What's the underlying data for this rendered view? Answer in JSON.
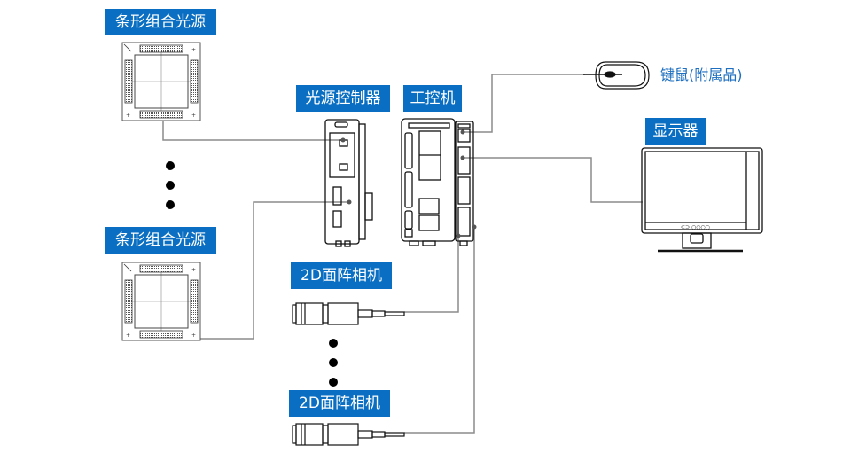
{
  "diagram": {
    "title": "",
    "labels": {
      "light_source_top": "条形组合光源",
      "light_source_bottom": "条形组合光源",
      "light_controller": "光源控制器",
      "industrial_pc": "工控机",
      "monitor": "显示器",
      "keyboard_mouse": "键鼠(附属品)",
      "camera_top": "2D面阵相机",
      "camera_bottom": "2D面阵相机"
    },
    "colors": {
      "label_bg": "#0a6fc2",
      "label_text": "#ffffff",
      "accessory_text": "#1e6fc0",
      "connection_line": "#8c8c8c",
      "device_outline": "#111111"
    },
    "nodes": [
      {
        "id": "light_source_1",
        "label": "条形组合光源",
        "type": "bar-light"
      },
      {
        "id": "light_source_n",
        "label": "条形组合光源",
        "type": "bar-light"
      },
      {
        "id": "light_controller",
        "label": "光源控制器",
        "type": "controller"
      },
      {
        "id": "ipc",
        "label": "工控机",
        "type": "industrial-pc"
      },
      {
        "id": "monitor",
        "label": "显示器",
        "type": "monitor"
      },
      {
        "id": "mouse",
        "label": "键鼠(附属品)",
        "type": "mouse"
      },
      {
        "id": "camera_1",
        "label": "2D面阵相机",
        "type": "camera"
      },
      {
        "id": "camera_n",
        "label": "2D面阵相机",
        "type": "camera"
      }
    ],
    "edges": [
      {
        "from": "light_source_1",
        "to": "light_controller"
      },
      {
        "from": "light_source_n",
        "to": "light_controller"
      },
      {
        "from": "mouse",
        "to": "ipc"
      },
      {
        "from": "monitor",
        "to": "ipc"
      },
      {
        "from": "camera_1",
        "to": "ipc"
      },
      {
        "from": "camera_n",
        "to": "ipc"
      }
    ],
    "ellipsis_groups": [
      "light_sources",
      "cameras"
    ]
  }
}
